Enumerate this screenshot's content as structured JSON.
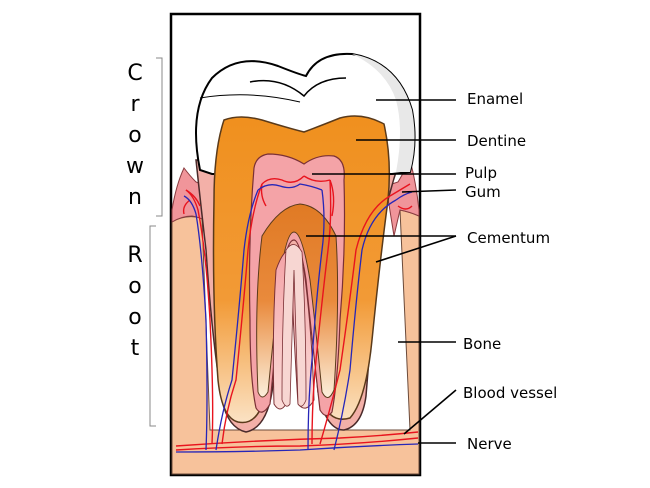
{
  "labels": {
    "enamel": "Enamel",
    "dentine": "Dentine",
    "pulp": "Pulp",
    "gum": "Gum",
    "cementum": "Cementum",
    "bone": "Bone",
    "blood_vessel": "Blood vessel",
    "nerve": "Nerve"
  },
  "sections": {
    "crown": [
      "C",
      "r",
      "o",
      "w",
      "n"
    ],
    "root": [
      "R",
      "o",
      "o",
      "t"
    ]
  },
  "colors": {
    "enamel": "#ffffff",
    "dentine": "#f0901e",
    "pulp": "#f4a3a7",
    "gum": "#f0959a",
    "bone": "#f7c29b",
    "cementum": "#f3b0a8",
    "blood_vessel": "#e8141e",
    "nerve": "#2626b8"
  }
}
